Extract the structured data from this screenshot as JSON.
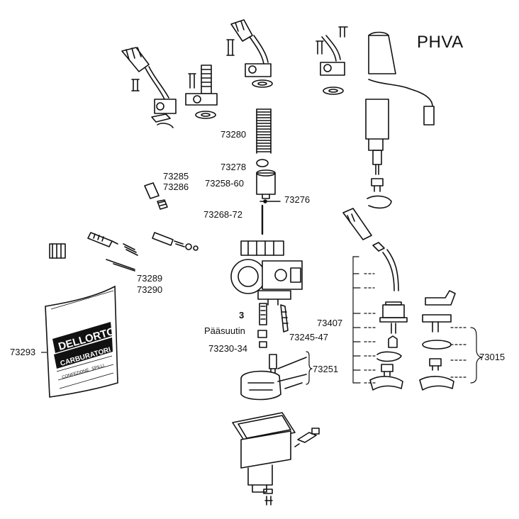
{
  "title": "PHVA",
  "labels": {
    "l73280": "73280",
    "l73278": "73278",
    "l73258": "73258-60",
    "l73276": "73276",
    "l73268": "73268-72",
    "l73285": "73285",
    "l73286": "73286",
    "l73289": "73289",
    "l73290": "73290",
    "l3": "3",
    "paasuutin": "Pääsuutin",
    "l73230": "73230-34",
    "l73245": "73245-47",
    "l73251": "73251",
    "l73407": "73407",
    "l73015": "73015",
    "l73293": "73293"
  },
  "package": {
    "brand": "DELLORTO",
    "subtitle": "CARBURATORI",
    "line1": "CONFEZIONE",
    "line2": "SPILLI"
  }
}
